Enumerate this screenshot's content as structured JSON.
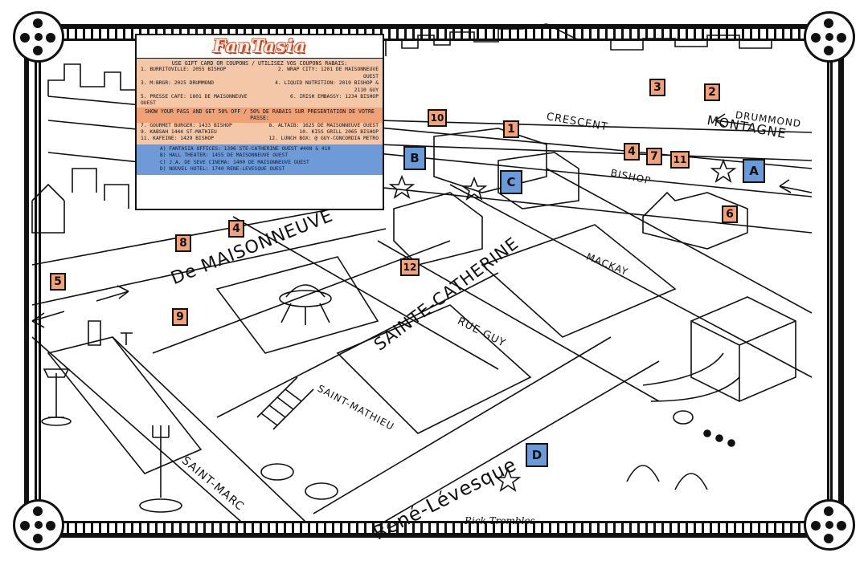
{
  "legend": {
    "logo": "FanTasia",
    "coupon_header": "USE GIFT CARD OR COUPONS / UTILISEZ VOS COUPONS RABAIS:",
    "coupon_items": [
      "1. BURRITOVILLE: 2055 BISHOP",
      "2. WRAP CITY: 1201 DE MAISONNEUVE OUEST",
      "3. M:BRGR: 2025 DRUMMOND",
      "4. LIQUID NUTRITION: 2019 BISHOP & 2110 GUY",
      "5. PRESSE CAFE: 1801 DE MAISONNEUVE OUEST",
      "6. IRISH EMBASSY: 1234 BISHOP"
    ],
    "pass_header": "SHOW YOUR PASS AND GET 50% OFF / 50% DE RABAIS SUR PRESENTATION DE VOTRE PASSE:",
    "pass_items": [
      "7. GOURMET BURGER: 1433 BISHOP",
      "8. ALTAIB: 1625 DE MAISONNEUVE OUEST",
      "9. KABSAH 1444 ST-MATHIEU",
      "10. KISS GRILL 2065 BISHOP",
      "11. KAFEINE: 1429 BISHOP",
      "12. LUNCH BOX: @ GUY-CONCORDIA METRO"
    ],
    "venues": [
      "A) FANTASIA OFFICES: 1396 STE-CATHERINE OUEST #408 & 410",
      "B) HALL THEATER: 1455 DE MAISONNEUVE OUEST",
      "C) J.A. DE SEVE CINEMA: 1400 DE MAISONNEUVE OUEST",
      "D) NOUVEL HOTEL: 1740 RENE-LEVESQUE OUEST"
    ]
  },
  "streets": {
    "drummond": "DRUMMOND",
    "montagne": "MONTAGNE",
    "crescent": "CRESCENT",
    "bishop": "BISHOP",
    "mackay": "MACKAY",
    "de_maisonneuve": "De MAISONNEUVE",
    "sainte_catherine": "SAINTE-CATHERINE",
    "rue_guy": "RUE GUY",
    "saint_mathieu": "SAINT-MATHIEU",
    "saint_marc": "SAINT-MARC",
    "rene_levesque": "René-Lévesque"
  },
  "number_markers": [
    "1",
    "2",
    "3",
    "4",
    "5",
    "6",
    "7",
    "8",
    "9",
    "10",
    "11",
    "12",
    "4"
  ],
  "letter_markers": [
    "A",
    "B",
    "C",
    "D"
  ],
  "signature": "Rick Trembles",
  "colors": {
    "orange_marker": "#f2a27a",
    "blue_marker": "#6a9ad8",
    "legend_orange": "#f4c7a9",
    "legend_blue": "#6f9ad8",
    "logo_orange": "#e0582a"
  }
}
